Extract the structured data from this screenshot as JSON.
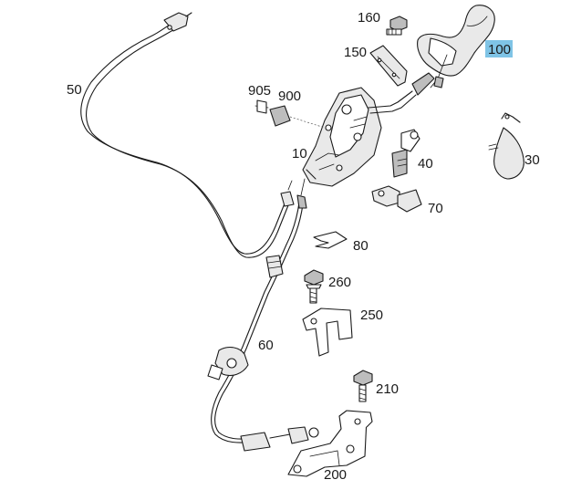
{
  "parts": [
    {
      "id": "p160",
      "label": "160",
      "highlighted": false
    },
    {
      "id": "p100",
      "label": "100",
      "highlighted": true
    },
    {
      "id": "p150",
      "label": "150",
      "highlighted": false
    },
    {
      "id": "p50",
      "label": "50",
      "highlighted": false
    },
    {
      "id": "p905",
      "label": "905",
      "highlighted": false
    },
    {
      "id": "p900",
      "label": "900",
      "highlighted": false
    },
    {
      "id": "p10",
      "label": "10",
      "highlighted": false
    },
    {
      "id": "p40",
      "label": "40",
      "highlighted": false
    },
    {
      "id": "p30",
      "label": "30",
      "highlighted": false
    },
    {
      "id": "p70",
      "label": "70",
      "highlighted": false
    },
    {
      "id": "p80",
      "label": "80",
      "highlighted": false
    },
    {
      "id": "p260",
      "label": "260",
      "highlighted": false
    },
    {
      "id": "p250",
      "label": "250",
      "highlighted": false
    },
    {
      "id": "p60",
      "label": "60",
      "highlighted": false
    },
    {
      "id": "p210",
      "label": "210",
      "highlighted": false
    },
    {
      "id": "p200",
      "label": "200",
      "highlighted": false
    }
  ],
  "colors": {
    "highlight": "#7fc4e6",
    "line": "#1a1a1a",
    "background": "#ffffff"
  }
}
